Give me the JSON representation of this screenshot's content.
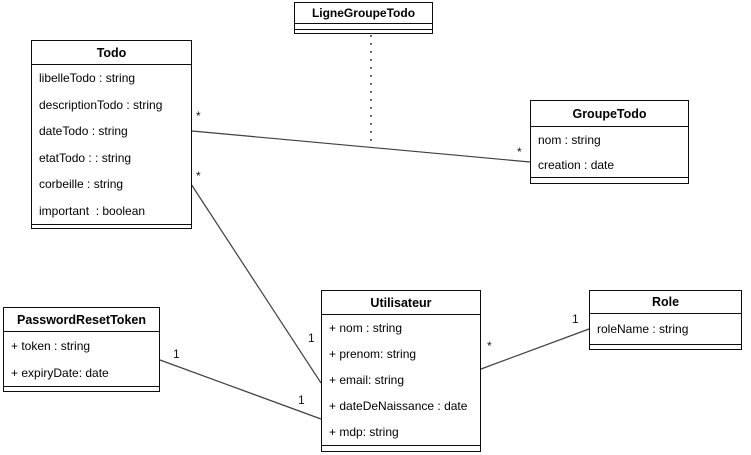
{
  "classes": {
    "ligne_groupe_todo": {
      "name": "LigneGroupeTodo",
      "attributes": []
    },
    "todo": {
      "name": "Todo",
      "attributes": [
        "libelleTodo : string",
        "descriptionTodo : string",
        "dateTodo : string",
        "etatTodo : : string",
        "corbeille : string",
        "important  : boolean"
      ]
    },
    "groupe_todo": {
      "name": "GroupeTodo",
      "attributes": [
        "nom : string",
        "creation : date"
      ]
    },
    "password_reset_token": {
      "name": "PasswordResetToken",
      "attributes": [
        "+ token : string",
        "+ expiryDate: date"
      ]
    },
    "utilisateur": {
      "name": "Utilisateur",
      "attributes": [
        "+ nom : string",
        "+ prenom: string",
        "+ email: string",
        "+ dateDeNaissance : date",
        "+ mdp: string"
      ]
    },
    "role": {
      "name": "Role",
      "attributes": [
        "roleName : string"
      ]
    }
  },
  "multiplicities": {
    "todo_groupetodo_source": "*",
    "todo_groupetodo_target": "*",
    "todo_utilisateur_source": "*",
    "todo_utilisateur_target": "1",
    "prt_utilisateur_source": "1",
    "prt_utilisateur_target": "1",
    "utilisateur_role_source": "*",
    "utilisateur_role_target": "1"
  },
  "colors": {
    "line": "#3f3f3f",
    "border": "#0d0d0d",
    "background": "#ffffff"
  }
}
